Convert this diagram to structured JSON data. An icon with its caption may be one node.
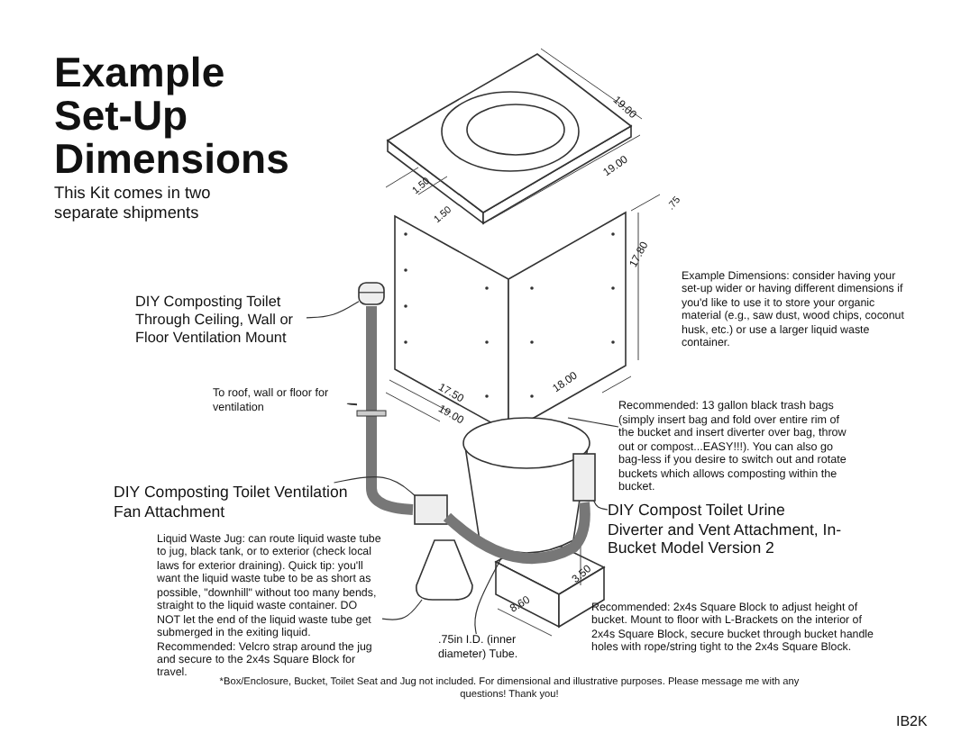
{
  "diagram": {
    "title": "Example Set-Up Dimensions",
    "caption": "*Box/Enclosure, Bucket, Toilet Seat and Jug not included.  For dimensional and illustrative purposes.  Please message me with any questions! Thank you!",
    "nodes": [
      {
        "text": [
          "DIY Composting Toilet Through Ceiling, Wall or Floor Ventilation Mount"
        ]
      },
      {
        "text": [
          "To roof, wall or floor for ventilation"
        ]
      },
      {
        "text": [
          "DIY Composting Toilet Ventilation Fan Attachment"
        ]
      },
      {
        "text": [
          "Liquid Waste Jug: can route liquid waste tube to jug, black tank, or to exterior (check local laws for exterior draining).  Quick tip: you'll want the liquid waste tube to be as short as possible, \"downhill\" without too many bends, straight to the liquid waste container.  DO NOT let the end of the liquid waste tube get submerged in the exiting liquid.  Recommended:  Velcro strap around the jug and secure to the 2x4s Square Block for travel."
        ]
      },
      {
        "text": [
          ".75in I.D. (inner diameter) Tube."
        ]
      },
      {
        "text": [
          "Recommended:  13 gallon black trash bags (simply insert bag and fold over entire rim of the bucket and insert diverter over bag, throw out or compost...EASY!!!).  You can also go bag-less if you desire to switch out and rotate buckets which allows composting within the bucket."
        ]
      },
      {
        "text": [
          "DIY Compost Toilet Urine Diverter and Vent Attachment, In-Bucket Model Version 2"
        ]
      },
      {
        "text": [],
        "shape": "cylinder"
      },
      {
        "text": [],
        "shape": "tube"
      },
      {
        "text": [],
        "shape": "box"
      },
      {
        "text": [],
        "shape": "picture"
      },
      {
        "text": [],
        "shape": "tube"
      },
      {
        "text": [],
        "shape": "picture"
      },
      {
        "text": [],
        "shape": "box"
      }
    ],
    "edges": [
      {
        "from": 0,
        "to": 7,
        "arrow": "none"
      },
      {
        "from": 1,
        "to": 8,
        "arrow": "none"
      },
      {
        "from": 2,
        "to": 9,
        "arrow": "none"
      },
      {
        "from": 3,
        "to": 10,
        "arrow": "none"
      },
      {
        "from": 4,
        "to": 11,
        "arrow": "none"
      },
      {
        "from": 5,
        "to": 12,
        "arrow": "none"
      },
      {
        "from": 6,
        "to": 13,
        "arrow": "none"
      }
    ],
    "labels": [
      "This Kit comes in two separate shipments",
      "19.00",
      "1.50",
      "1.50",
      "19.00",
      ".75",
      "17.80",
      "Example Dimensions:  consider having your set-up wider or having different dimensions if you'd like to use it to store your organic material (e.g., saw dust, wood chips, coconut husk, etc.) or use a larger liquid waste container.",
      "17.50",
      "19.00",
      "18.00",
      "3.50",
      "8.60",
      "Recommended:  2x4s Square Block to adjust height of bucket.  Mount to floor with L-Brackets on the interior of 2x4s Square Block, secure bucket through bucket handle holes with rope/string tight to the 2x4s Square Block.",
      "IB2K"
    ]
  }
}
